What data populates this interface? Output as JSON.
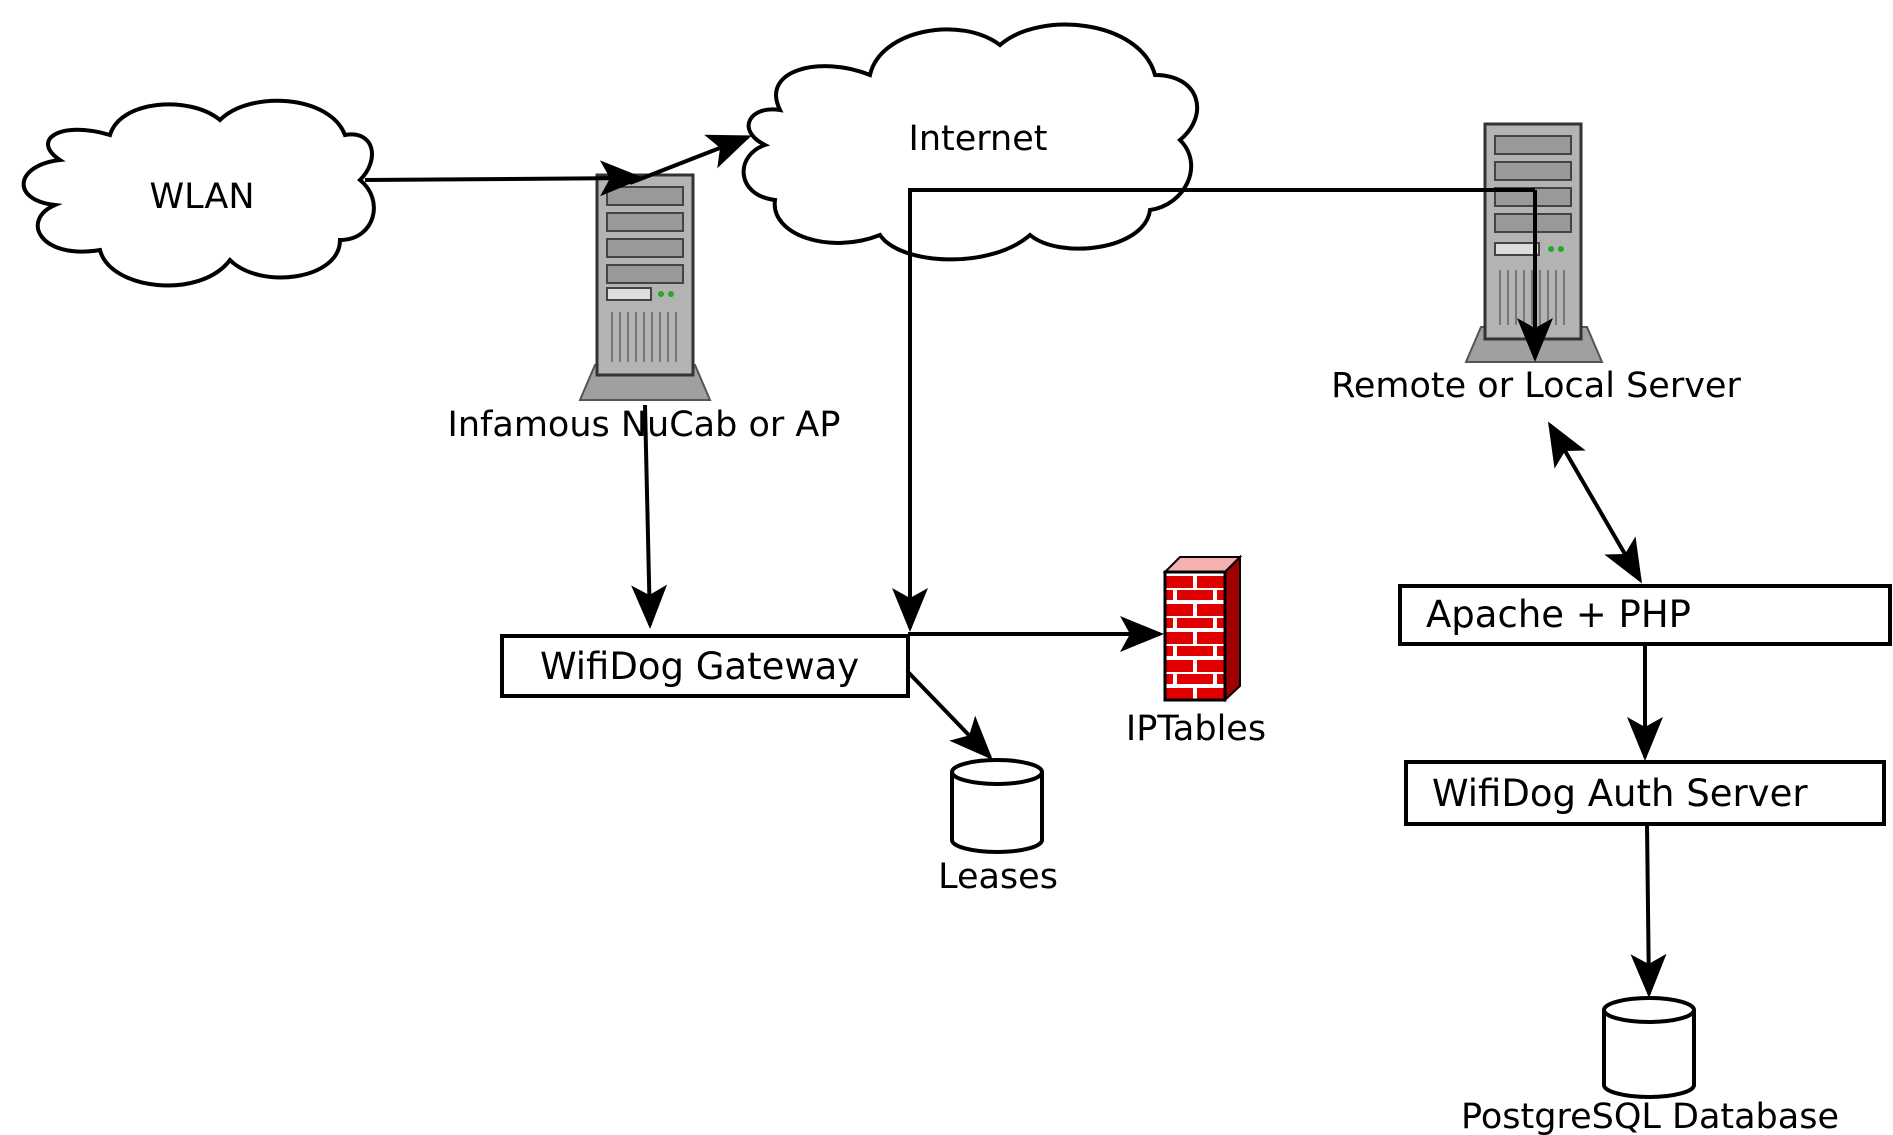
{
  "nodes": {
    "wlan": "WLAN",
    "internet": "Internet",
    "nucab": "Infamous NuCab or AP",
    "remote_server": "Remote or Local Server",
    "gateway": "WifiDog Gateway",
    "iptables": "IPTables",
    "leases": "Leases",
    "apache": "Apache + PHP",
    "auth_server": "WifiDog Auth Server",
    "database": "PostgreSQL Database"
  },
  "colors": {
    "firewall": "#e00000",
    "server_body": "#b3b3b3",
    "line": "#000000"
  }
}
